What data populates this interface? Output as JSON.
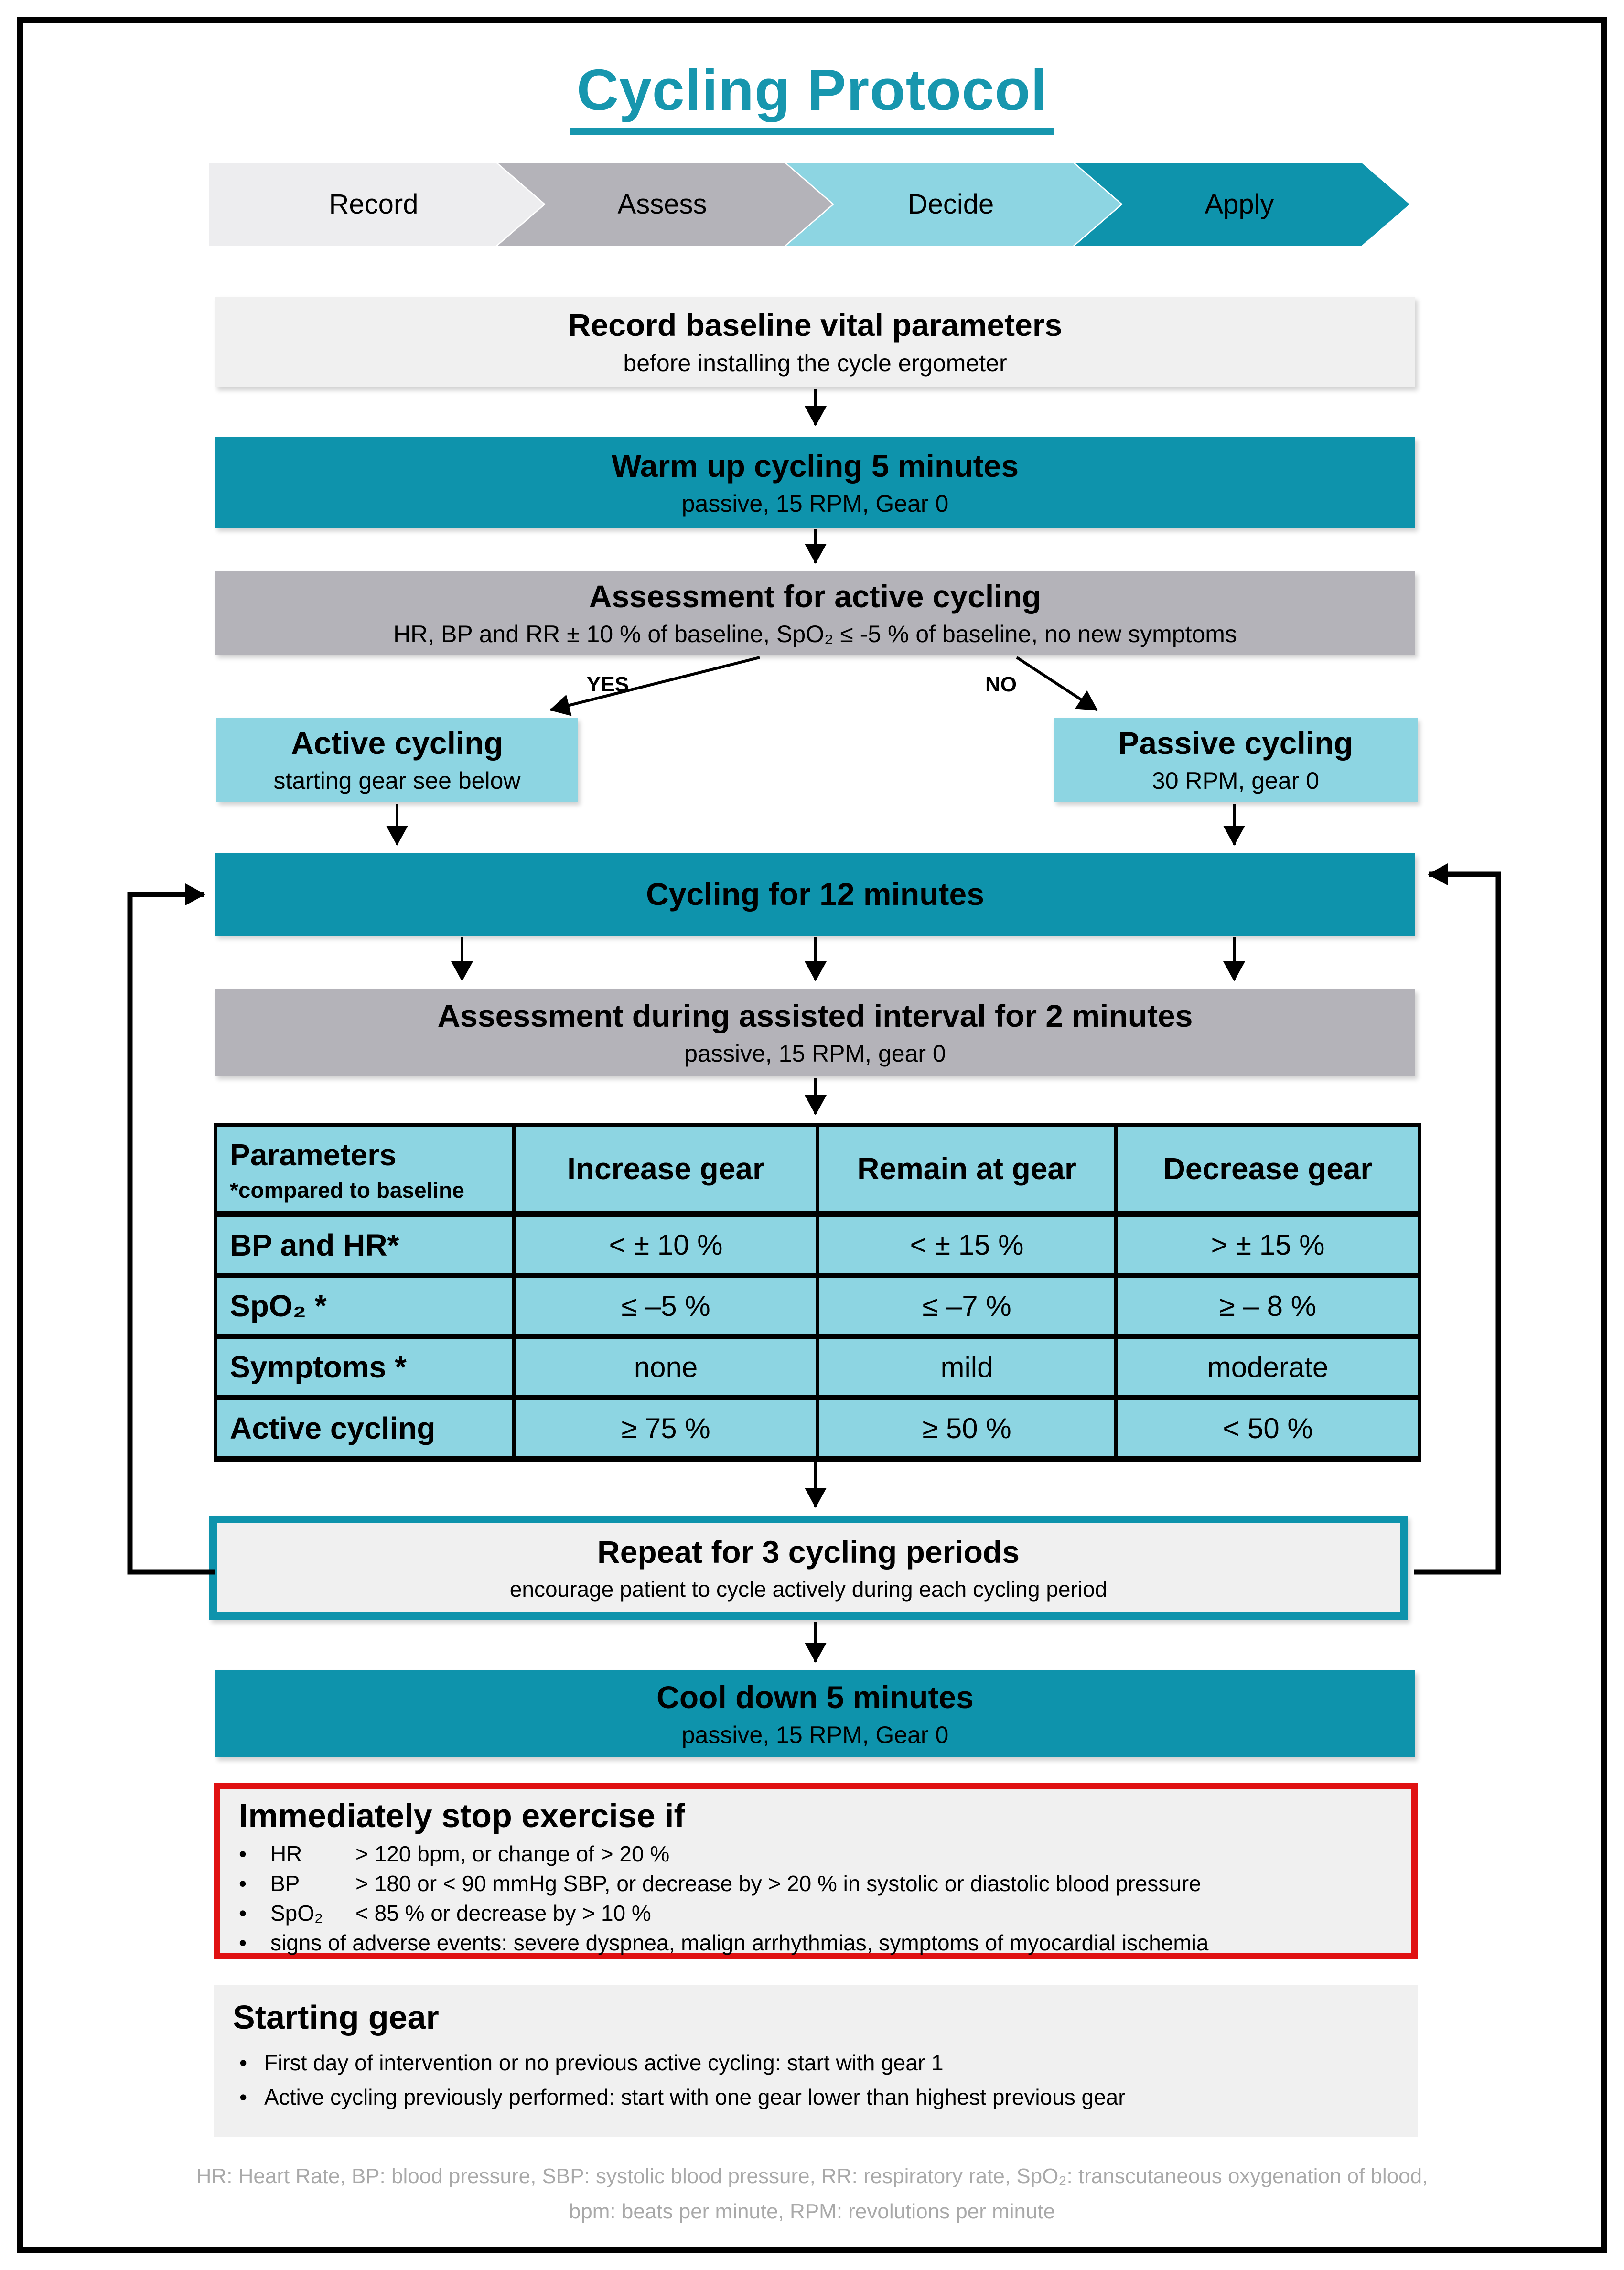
{
  "title": "Cycling Protocol",
  "colors": {
    "teal": "#0E93AC",
    "title_teal": "#1796AE",
    "light_blue": "#8DD5E2",
    "gray": "#B4B3B9",
    "light_gray": "#F0F0F0",
    "alert_red": "#E01112",
    "footer_gray": "#A9A9A9"
  },
  "phases": [
    {
      "label": "Record"
    },
    {
      "label": "Assess"
    },
    {
      "label": "Decide"
    },
    {
      "label": "Apply"
    }
  ],
  "steps": {
    "record": {
      "title": "Record baseline vital parameters",
      "subtitle": "before installing the cycle ergometer"
    },
    "warmup": {
      "title": "Warm up cycling 5 minutes",
      "subtitle": "passive, 15 RPM, Gear 0"
    },
    "assessment_active": {
      "title": "Assessment for active cycling",
      "subtitle": "HR, BP and RR ± 10 % of baseline, SpO₂ ≤ -5 % of baseline, no new symptoms"
    },
    "branch_yes": "YES",
    "branch_no": "NO",
    "active": {
      "title": "Active cycling",
      "subtitle": "starting gear see below"
    },
    "passive": {
      "title": "Passive cycling",
      "subtitle": "30 RPM, gear 0"
    },
    "cycling": {
      "title": "Cycling for 12 minutes"
    },
    "assessment_interval": {
      "title": "Assessment during assisted interval for 2 minutes",
      "subtitle": "passive, 15 RPM, gear 0"
    },
    "repeat": {
      "title": "Repeat for 3 cycling periods",
      "subtitle": "encourage patient to cycle actively during each cycling period"
    },
    "cooldown": {
      "title": "Cool down 5 minutes",
      "subtitle": "passive, 15 RPM, Gear 0"
    }
  },
  "gear_table": {
    "header": {
      "col0": "Parameters",
      "note": "*compared to baseline",
      "col1": "Increase gear",
      "col2": "Remain at gear",
      "col3": "Decrease gear"
    },
    "rows": [
      {
        "param": "BP and HR*",
        "increase": "< ± 10 %",
        "remain": "< ± 15 %",
        "decrease": "> ± 15 %"
      },
      {
        "param": "SpO₂ *",
        "increase": "≤ –5 %",
        "remain": "≤ –7 %",
        "decrease": "≥ – 8 %"
      },
      {
        "param": "Symptoms *",
        "increase": "none",
        "remain": "mild",
        "decrease": "moderate"
      },
      {
        "param": "Active cycling",
        "increase": "≥ 75 %",
        "remain": "≥ 50 %",
        "decrease": "< 50 %"
      }
    ]
  },
  "stop_rules": {
    "title": "Immediately stop exercise if",
    "items": [
      {
        "label": "HR",
        "text": "> 120 bpm, or change of > 20 %"
      },
      {
        "label": "BP",
        "text": "> 180 or < 90 mmHg SBP, or decrease by > 20 % in systolic or diastolic blood pressure"
      },
      {
        "label": "SpO₂",
        "text": "< 85 % or  decrease by > 10 %"
      },
      {
        "text": "signs of adverse events: severe dyspnea, malign arrhythmias, symptoms of myocardial ischemia"
      }
    ]
  },
  "starting_gear": {
    "title": "Starting gear",
    "items": [
      "First day of intervention or no previous active cycling: start with gear 1",
      "Active cycling previously performed: start with one gear lower than highest previous gear"
    ]
  },
  "footer": {
    "line1": "HR: Heart Rate, BP: blood pressure, SBP: systolic blood pressure, RR: respiratory rate, SpO₂: transcutaneous oxygenation of blood,",
    "line2": "bpm: beats per minute, RPM: revolutions per minute"
  }
}
